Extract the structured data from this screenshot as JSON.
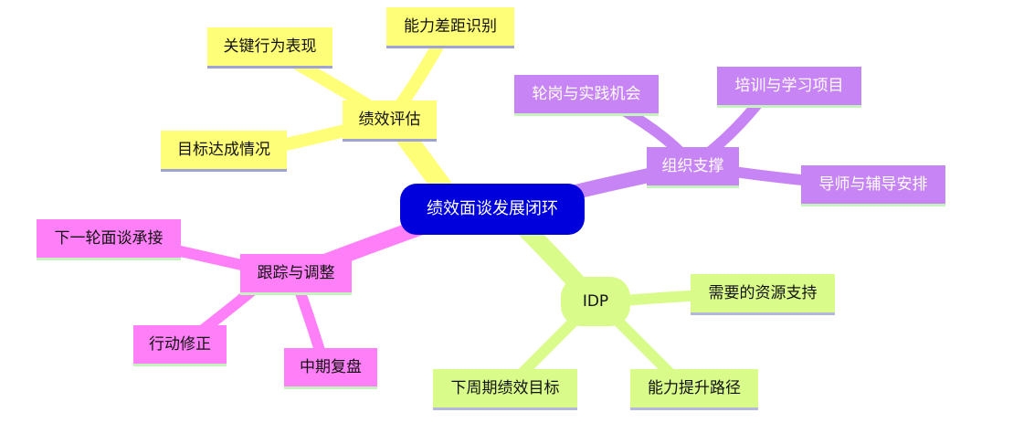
{
  "colors": {
    "root": "#0000dd",
    "branch_yellow": "#ffff77",
    "branch_purple": "#c784f4",
    "branch_green": "#d9fb8a",
    "branch_pink": "#ff7ff8"
  },
  "root": {
    "label": "绩效面谈发展闭环"
  },
  "branches": {
    "yellow": {
      "label": "绩效评估",
      "children": [
        "关键行为表现",
        "能力差距识别",
        "目标达成情况"
      ]
    },
    "purple": {
      "label": "组织支撑",
      "children": [
        "轮岗与实践机会",
        "培训与学习项目",
        "导师与辅导安排"
      ]
    },
    "green": {
      "label": "IDP",
      "children": [
        "需要的资源支持",
        "下周期绩效目标",
        "能力提升路径"
      ]
    },
    "pink": {
      "label": "跟踪与调整",
      "children": [
        "下一轮面谈承接",
        "行动修正",
        "中期复盘"
      ]
    }
  }
}
